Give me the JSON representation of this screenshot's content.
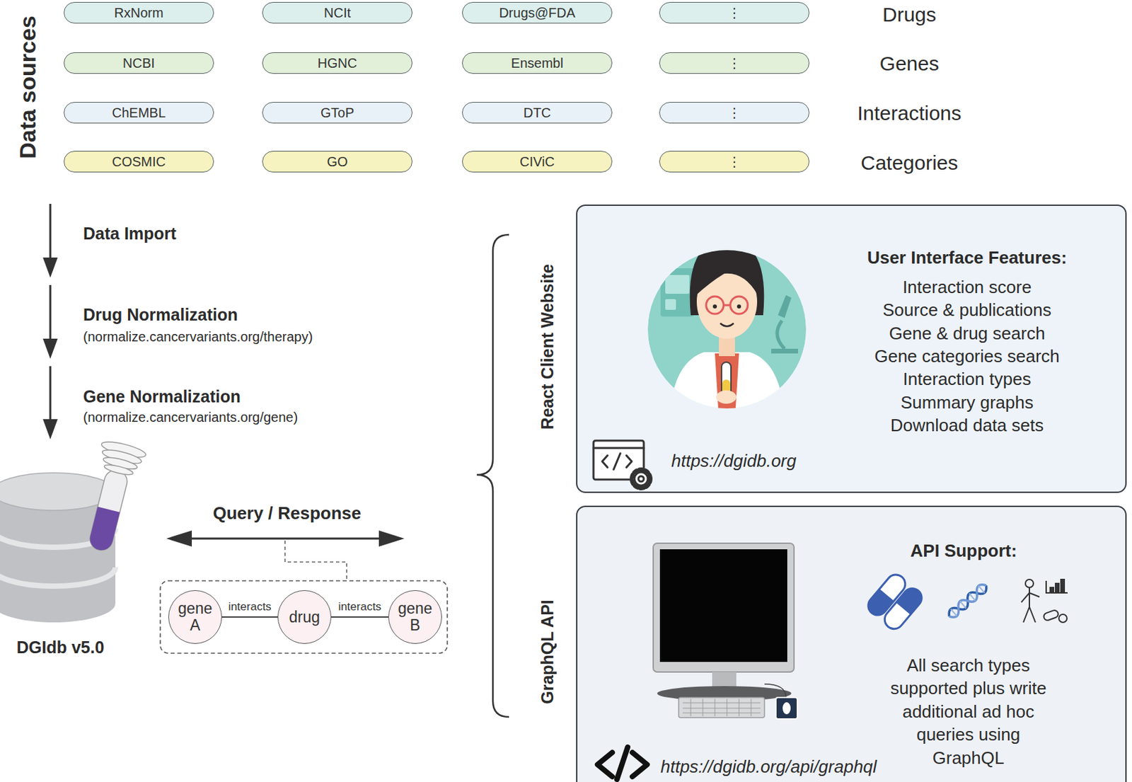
{
  "diagram": {
    "nodes": [
      {
        "text": [
          "RxNorm"
        ]
      },
      {
        "text": [
          "NCIt"
        ]
      },
      {
        "text": [
          "Drugs@FDA"
        ]
      },
      {
        "text": [
          "⋮"
        ]
      },
      {
        "text": [
          "NCBI"
        ]
      },
      {
        "text": [
          "HGNC"
        ]
      },
      {
        "text": [
          "Ensembl"
        ]
      },
      {
        "text": [
          "⋮"
        ]
      },
      {
        "text": [
          "ChEMBL"
        ]
      },
      {
        "text": [
          "GToP"
        ]
      },
      {
        "text": [
          "DTC"
        ]
      },
      {
        "text": [
          "⋮"
        ]
      },
      {
        "text": [
          "COSMIC"
        ]
      },
      {
        "text": [
          "GO"
        ]
      },
      {
        "text": [
          "CIViC"
        ]
      },
      {
        "text": [
          "⋮"
        ]
      },
      {
        "text": [
          "User Interface Features:",
          "Interaction score",
          "Source & publications",
          "Gene & drug search",
          "Gene categories search",
          "Interaction types",
          "Summary graphs",
          "Download data sets",
          "https://dgidb.org"
        ]
      },
      {
        "text": [
          "DGIdb v5.0"
        ]
      },
      {
        "text": [
          "gene A"
        ]
      },
      {
        "text": [
          "drug"
        ]
      },
      {
        "text": [
          "gene B"
        ]
      },
      {
        "text": [
          "API Support:",
          "All search types supported plus write additional ad hoc queries using GraphQL",
          "https://dgidb.org/api/graphql"
        ]
      }
    ],
    "edges": [
      {
        "from": 18,
        "to": 19,
        "label": "interacts",
        "arrow": "none"
      },
      {
        "from": 19,
        "to": 20,
        "label": "interacts",
        "arrow": "none"
      }
    ],
    "labels": [
      "Drugs",
      "Genes",
      "Interactions",
      "Categories",
      "Data sources",
      "Data Import",
      "Drug Normalization",
      "(normalize.cancervariants.org/therapy)",
      "Gene Normalization",
      "(normalize.cancervariants.org/gene)",
      "Query / Response",
      "React Client Website",
      "GraphQL API"
    ]
  }
}
